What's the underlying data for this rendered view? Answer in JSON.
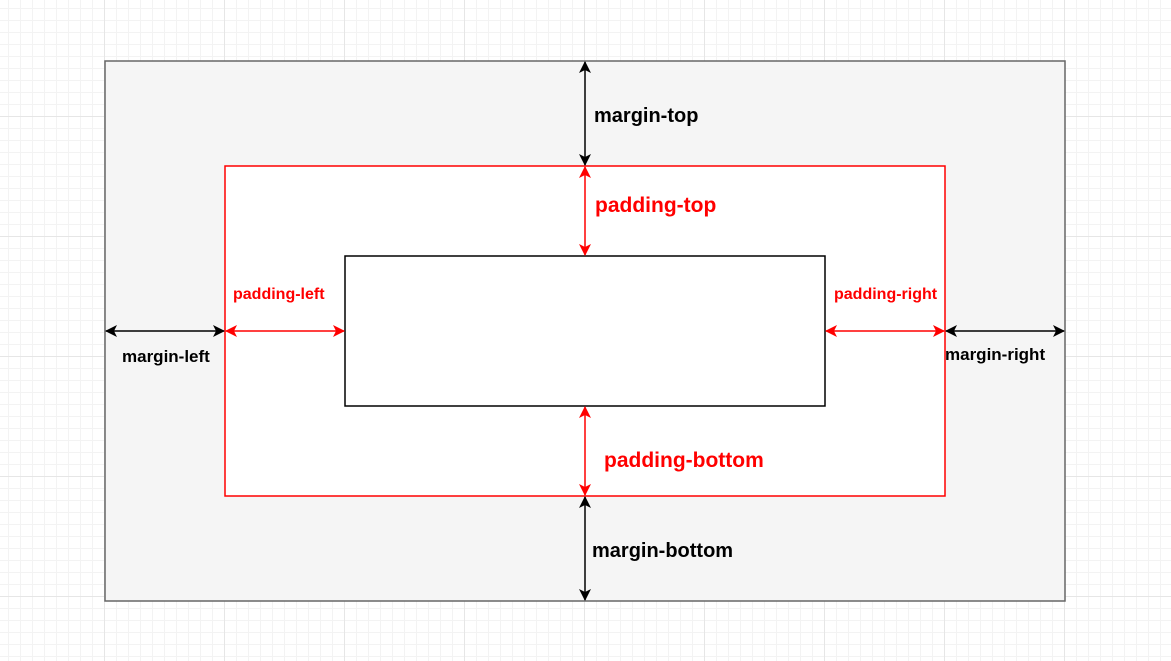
{
  "labels": {
    "margin_top": "margin-top",
    "margin_bottom": "margin-bottom",
    "margin_left": "margin-left",
    "margin_right": "margin-right",
    "padding_top": "padding-top",
    "padding_bottom": "padding-bottom",
    "padding_left": "padding-left",
    "padding_right": "padding-right"
  },
  "colors": {
    "margin": "#000000",
    "padding": "#ff0000",
    "margin_fill": "#f5f5f5",
    "margin_border": "#666666",
    "content_border": "#000000"
  }
}
